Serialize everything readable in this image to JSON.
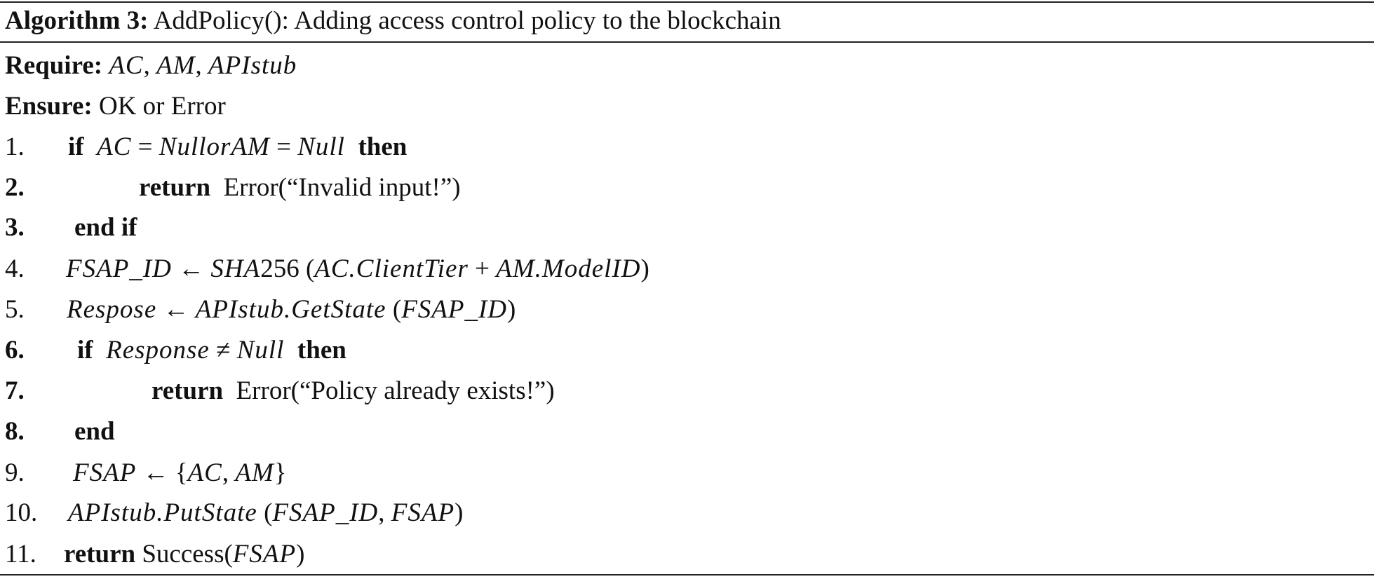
{
  "algorithm": {
    "title": [
      {
        "t": "Algorithm 3:",
        "s": "b"
      },
      {
        "t": " AddPolicy(): Adding access control policy to the blockchain",
        "s": "n"
      }
    ],
    "lines": [
      {
        "num": "",
        "num_bold": false,
        "parts": [
          {
            "t": "Require:",
            "s": "b"
          },
          {
            "t": " ",
            "s": "n"
          },
          {
            "t": "AC",
            "s": "i"
          },
          {
            "t": ", ",
            "s": "n"
          },
          {
            "t": "AM",
            "s": "i"
          },
          {
            "t": ", ",
            "s": "n"
          },
          {
            "t": "APIstub",
            "s": "i"
          }
        ]
      },
      {
        "num": "",
        "num_bold": false,
        "parts": [
          {
            "t": "Ensure:",
            "s": "b"
          },
          {
            "t": " OK or Error",
            "s": "n"
          }
        ]
      },
      {
        "num": "1.",
        "num_bold": false,
        "parts": [
          {
            "t": "if",
            "s": "b"
          },
          {
            "t": "  ",
            "s": "n"
          },
          {
            "t": "AC",
            "s": "i"
          },
          {
            "t": " = ",
            "s": "n"
          },
          {
            "t": "NullorAM",
            "s": "i"
          },
          {
            "t": " = ",
            "s": "n"
          },
          {
            "t": "Null",
            "s": "i"
          },
          {
            "t": "  ",
            "s": "n"
          },
          {
            "t": "then",
            "s": "b"
          }
        ]
      },
      {
        "num": "2.",
        "num_bold": true,
        "parts": [
          {
            "t": "return",
            "s": "b"
          },
          {
            "t": "  Error(“Invalid input!”)",
            "s": "n"
          }
        ]
      },
      {
        "num": "3.",
        "num_bold": true,
        "parts": [
          {
            "t": "end if",
            "s": "b"
          }
        ]
      },
      {
        "num": "4.",
        "num_bold": false,
        "parts": [
          {
            "t": "FSAP_ID",
            "s": "i"
          },
          {
            "t": " ← ",
            "s": "n"
          },
          {
            "t": "SHA",
            "s": "i"
          },
          {
            "t": "256 (",
            "s": "n"
          },
          {
            "t": "AC.ClientTier",
            "s": "i"
          },
          {
            "t": " + ",
            "s": "n"
          },
          {
            "t": "AM.ModelID",
            "s": "i"
          },
          {
            "t": ")",
            "s": "n"
          }
        ]
      },
      {
        "num": "5.",
        "num_bold": false,
        "parts": [
          {
            "t": "Respose",
            "s": "i"
          },
          {
            "t": " ← ",
            "s": "n"
          },
          {
            "t": "APIstub.GetState",
            "s": "i"
          },
          {
            "t": " (",
            "s": "n"
          },
          {
            "t": "FSAP_ID",
            "s": "i"
          },
          {
            "t": ")",
            "s": "n"
          }
        ]
      },
      {
        "num": "6.",
        "num_bold": true,
        "parts": [
          {
            "t": "if",
            "s": "b"
          },
          {
            "t": "  ",
            "s": "n"
          },
          {
            "t": "Response",
            "s": "i"
          },
          {
            "t": " ≠ ",
            "s": "n"
          },
          {
            "t": "Null",
            "s": "i"
          },
          {
            "t": "  ",
            "s": "n"
          },
          {
            "t": "then",
            "s": "b"
          }
        ]
      },
      {
        "num": "7.",
        "num_bold": true,
        "parts": [
          {
            "t": "return",
            "s": "b"
          },
          {
            "t": "  Error(“Policy already exists!”)",
            "s": "n"
          }
        ]
      },
      {
        "num": "8.",
        "num_bold": true,
        "parts": [
          {
            "t": "end",
            "s": "b"
          }
        ]
      },
      {
        "num": "9.",
        "num_bold": false,
        "parts": [
          {
            "t": "FSAP",
            "s": "i"
          },
          {
            "t": " ← {",
            "s": "n"
          },
          {
            "t": "AC",
            "s": "i"
          },
          {
            "t": ", ",
            "s": "n"
          },
          {
            "t": "AM",
            "s": "i"
          },
          {
            "t": "}",
            "s": "n"
          }
        ]
      },
      {
        "num": "10.",
        "num_bold": false,
        "parts": [
          {
            "t": "APIstub.PutState",
            "s": "i"
          },
          {
            "t": " (",
            "s": "n"
          },
          {
            "t": "FSAP_ID",
            "s": "i"
          },
          {
            "t": ", ",
            "s": "n"
          },
          {
            "t": "FSAP",
            "s": "i"
          },
          {
            "t": ")",
            "s": "n"
          }
        ]
      },
      {
        "num": "11.",
        "num_bold": false,
        "parts": [
          {
            "t": "return",
            "s": "b"
          },
          {
            "t": " Success(",
            "s": "n"
          },
          {
            "t": "FSAP",
            "s": "i"
          },
          {
            "t": ")",
            "s": "n"
          }
        ]
      }
    ]
  }
}
